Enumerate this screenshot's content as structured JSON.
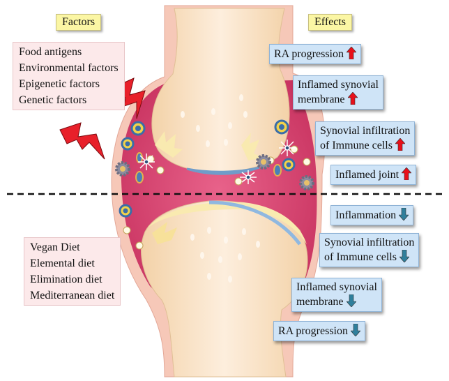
{
  "headers": {
    "factors": "Factors",
    "effects": "Effects"
  },
  "factors_top": [
    "Food antigens",
    "Environmental factors",
    "Epigenetic factors",
    "Genetic factors"
  ],
  "factors_bottom": [
    "Vegan Diet",
    "Elemental diet",
    "Elimination diet",
    "Mediterranean diet"
  ],
  "effects_top": [
    {
      "line1": "RA progression",
      "line2": "",
      "direction": "up"
    },
    {
      "line1": "Inflamed synovial",
      "line2": "membrane",
      "direction": "up"
    },
    {
      "line1": "Synovial infiltration",
      "line2": "of Immune cells",
      "direction": "up"
    },
    {
      "line1": "Inflamed joint",
      "line2": "",
      "direction": "up"
    }
  ],
  "effects_bottom": [
    {
      "line1": "Inflammation",
      "line2": "",
      "direction": "down"
    },
    {
      "line1": "Synovial infiltration",
      "line2": "of Immune cells",
      "direction": "down"
    },
    {
      "line1": "Inflamed synovial",
      "line2": "membrane",
      "direction": "down"
    },
    {
      "line1": "RA progression",
      "line2": "",
      "direction": "down"
    }
  ],
  "colors": {
    "up_arrow": "#e8101a",
    "down_arrow": "#2f7f9c",
    "synovium": "#d9456e",
    "capsule": "#f6c8b8",
    "bone": "#fbe3c4",
    "cartilage": "#8fb8e0",
    "factor_box": "#fce9ea",
    "effect_box": "#cfe4f7",
    "header_box": "#fbf6a4"
  }
}
